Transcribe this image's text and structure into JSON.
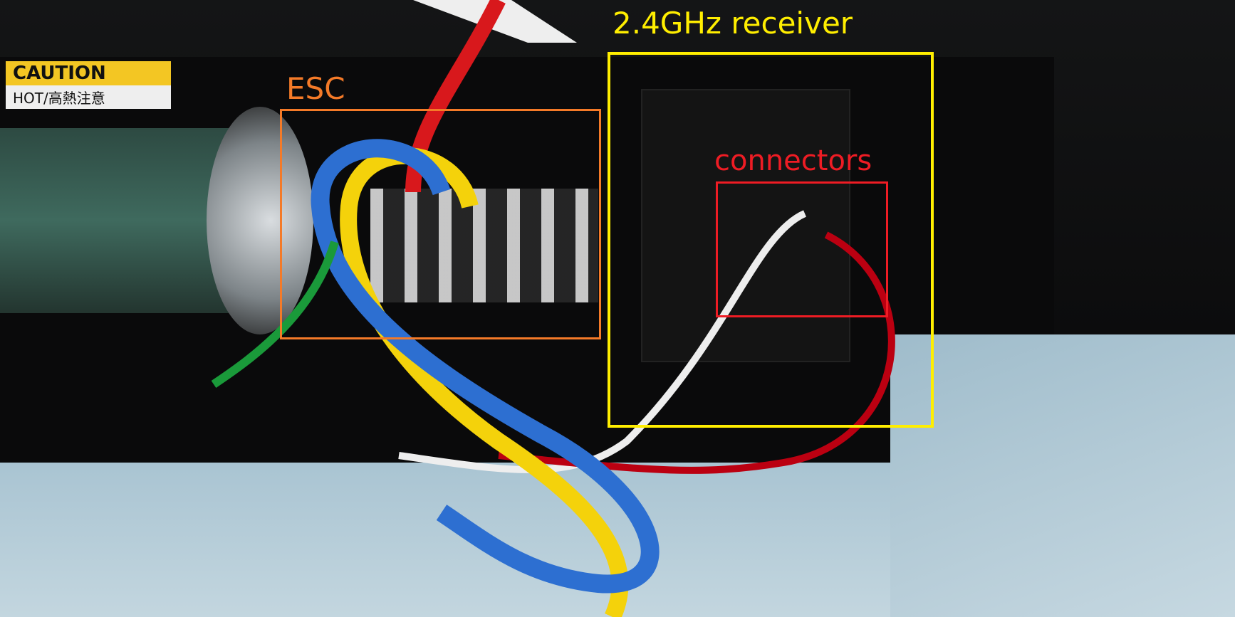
{
  "photo": {
    "subject": "rc-car-electronics",
    "caution_sticker": {
      "line1": "CAUTION",
      "line2": "HOT/高熱注意"
    }
  },
  "annotations": [
    {
      "id": "esc",
      "label": "ESC",
      "color": "#f47a28"
    },
    {
      "id": "receiver",
      "label": "2.4GHz receiver",
      "color": "#ffee00"
    },
    {
      "id": "connectors",
      "label": "connectors",
      "color": "#ee1c24"
    }
  ]
}
